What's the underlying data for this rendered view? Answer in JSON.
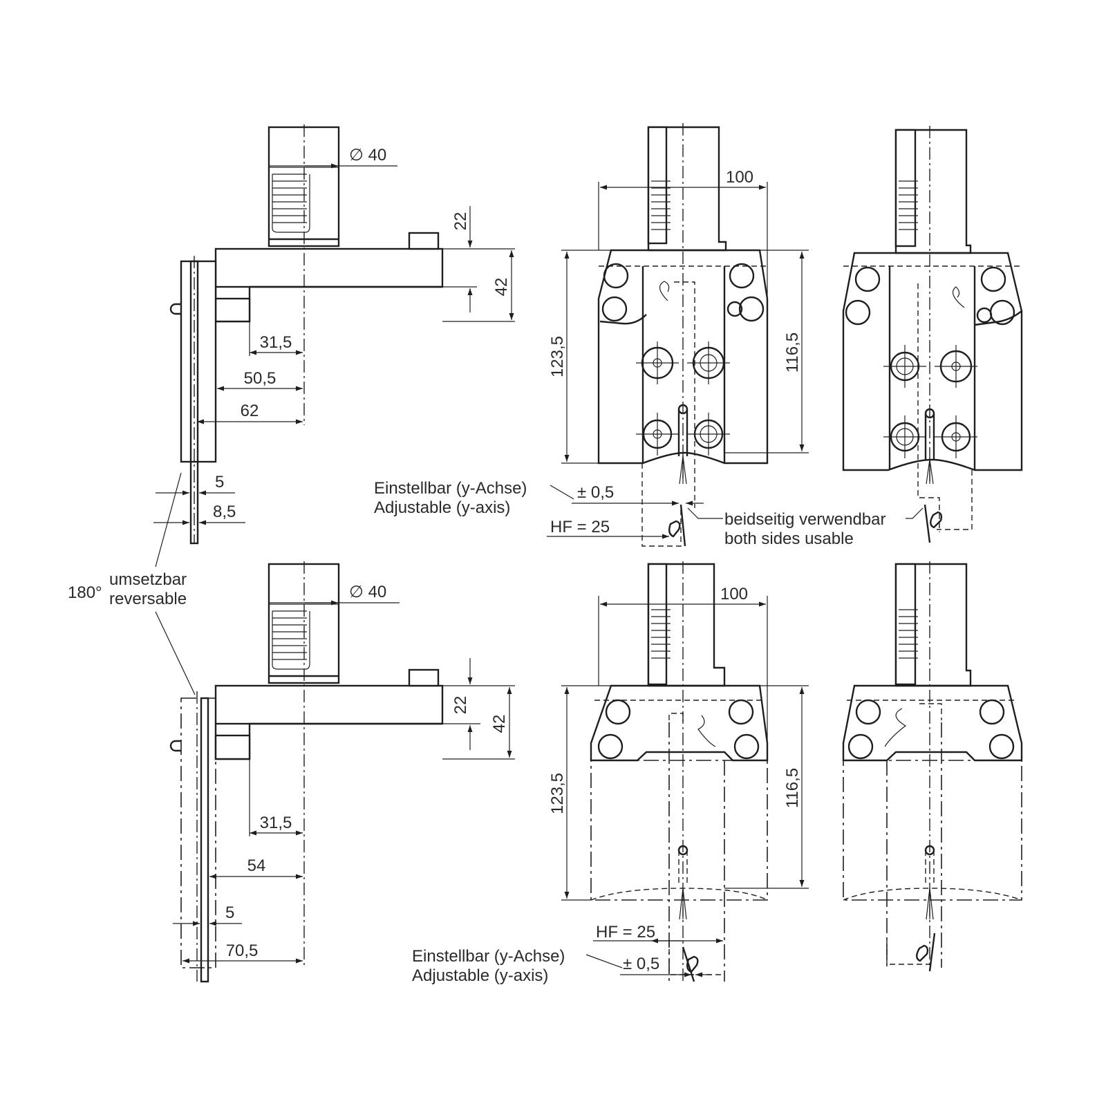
{
  "top_side": {
    "dia": "∅ 40",
    "d22": "22",
    "d42": "42",
    "d31": "31,5",
    "d50": "50,5",
    "d62": "62",
    "d5": "5",
    "d85": "8,5"
  },
  "bottom_side": {
    "dia": "∅ 40",
    "d22": "22",
    "d42": "42",
    "d31": "31,5",
    "d54": "54",
    "d5": "5",
    "d70": "70,5"
  },
  "rotation": {
    "deg": "180°",
    "de": "umsetzbar",
    "en": "reversable"
  },
  "top_front": {
    "d100": "100",
    "d123": "123,5",
    "d116": "116,5",
    "tol": "± 0,5",
    "hf": "HF = 25"
  },
  "bottom_front": {
    "d100": "100",
    "d123": "123,5",
    "d116": "116,5",
    "tol": "± 0,5",
    "hf": "HF = 25"
  },
  "notes": {
    "adj_de": "Einstellbar (y-Achse)",
    "adj_en": "Adjustable (y-axis)",
    "both_de": "beidseitig verwendbar",
    "both_en": "both sides usable",
    "adj2_de": "Einstellbar (y-Achse)",
    "adj2_en": "Adjustable (y-axis)"
  }
}
